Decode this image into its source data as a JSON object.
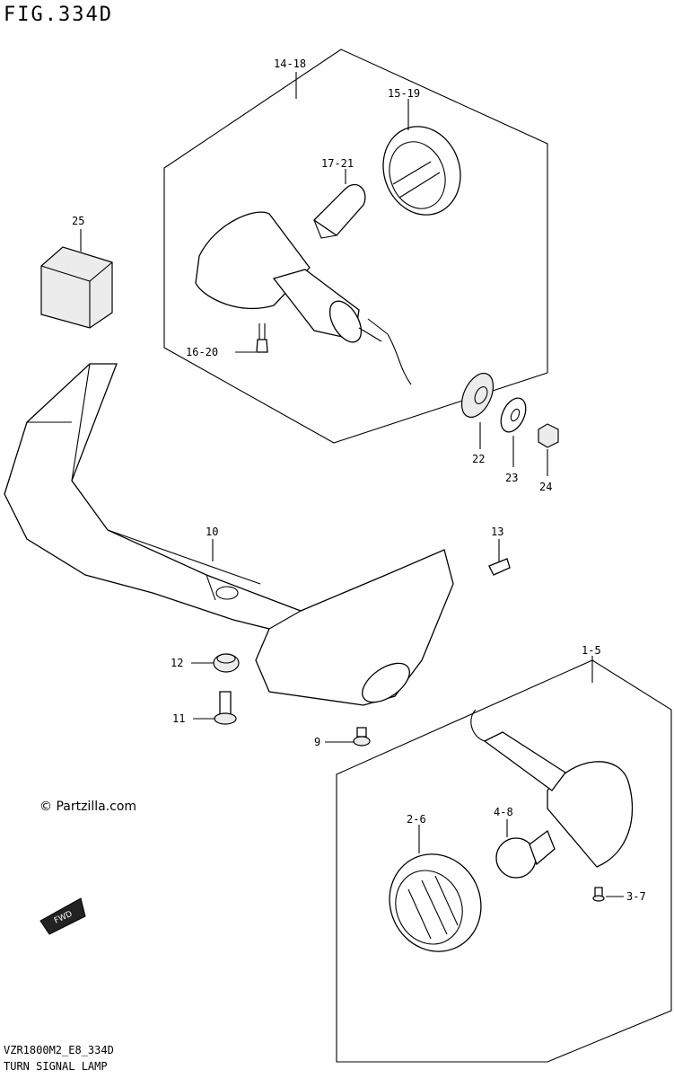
{
  "header": {
    "figure_id": "FIG.334D"
  },
  "copyright": "© Partzilla.com",
  "fwd_label": "FWD",
  "footer": {
    "model_code": "VZR1800M2_E8_334D",
    "title": "TURN SIGNAL LAMP"
  },
  "callouts": [
    {
      "label": "14-18"
    },
    {
      "label": "15-19"
    },
    {
      "label": "17-21"
    },
    {
      "label": "25"
    },
    {
      "label": "16-20"
    },
    {
      "label": "22"
    },
    {
      "label": "23"
    },
    {
      "label": "24"
    },
    {
      "label": "10"
    },
    {
      "label": "13"
    },
    {
      "label": "12"
    },
    {
      "label": "11"
    },
    {
      "label": "9"
    },
    {
      "label": "1-5"
    },
    {
      "label": "2-6"
    },
    {
      "label": "4-8"
    },
    {
      "label": "3-7"
    }
  ]
}
